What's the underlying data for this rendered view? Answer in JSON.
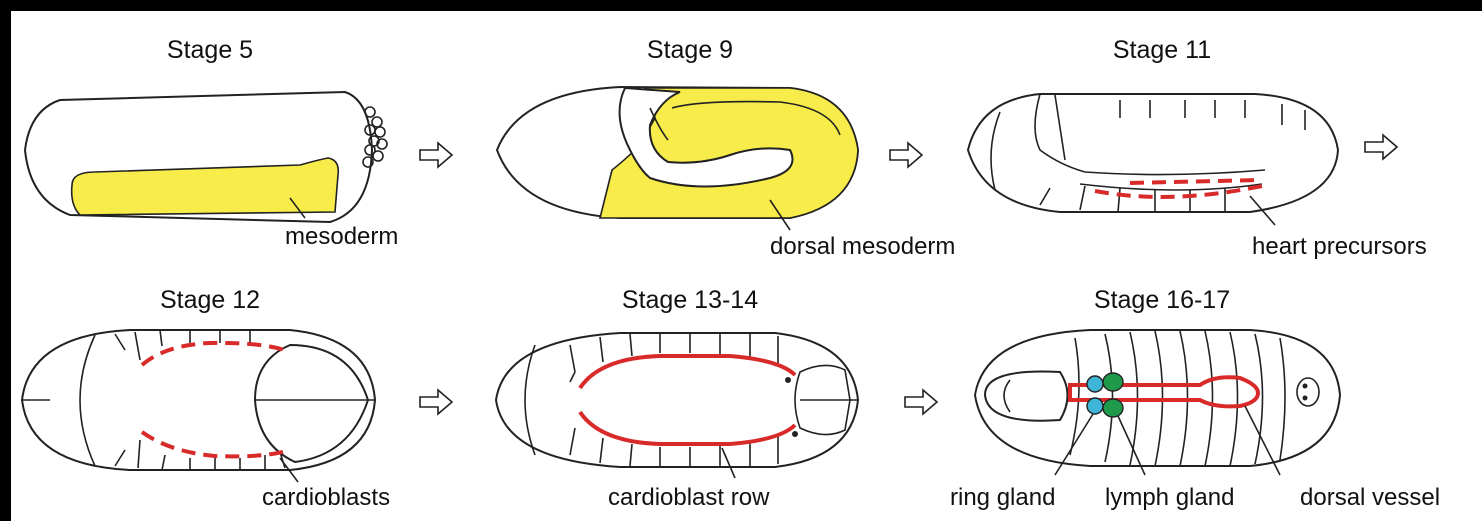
{
  "stages": [
    {
      "label": "Stage 5"
    },
    {
      "label": "Stage 9"
    },
    {
      "label": "Stage 11"
    },
    {
      "label": "Stage 12"
    },
    {
      "label": "Stage 13-14"
    },
    {
      "label": "Stage 16-17"
    }
  ],
  "labels": {
    "mesoderm": "mesoderm",
    "dorsal_mesoderm": "dorsal mesoderm",
    "heart_precursors": "heart precursors",
    "cardioblasts": "cardioblasts",
    "cardioblast_row": "cardioblast row",
    "ring_gland": "ring gland",
    "lymph_gland": "lymph gland",
    "dorsal_vessel": "dorsal vessel"
  },
  "colors": {
    "mesoderm": "#f8ec4a",
    "heart": "#d92a2a",
    "ring_gland": "#3fb6d8",
    "lymph_gland": "#1f9a4a",
    "frame": "#000000"
  }
}
